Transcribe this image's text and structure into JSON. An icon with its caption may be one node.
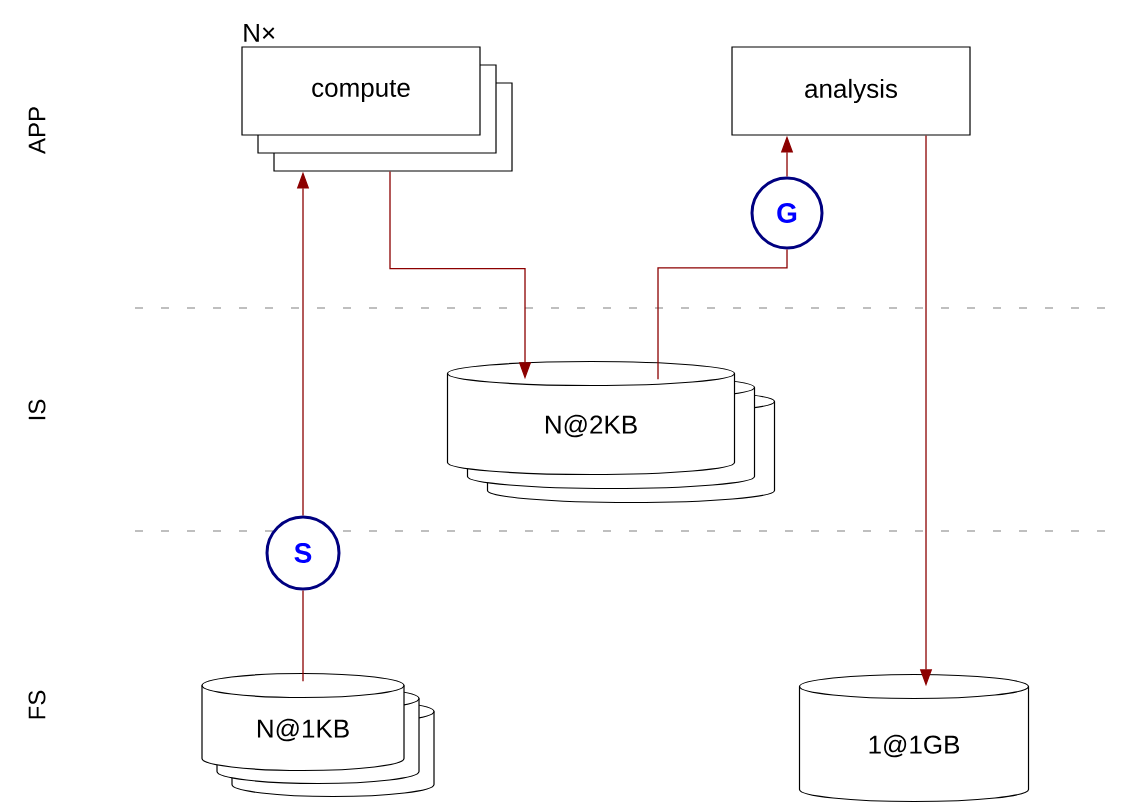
{
  "diagram": {
    "nodes": [
      {
        "text": [
          "compute"
        ],
        "beside": [
          "N×"
        ]
      },
      {
        "text": [
          "analysis"
        ]
      },
      {
        "text": [
          "N@2KB"
        ]
      },
      {
        "text": [
          "G"
        ]
      },
      {
        "text": [
          "S"
        ]
      },
      {
        "text": [
          "N@1KB"
        ]
      },
      {
        "text": [
          "1@1GB"
        ]
      }
    ],
    "edges": [
      {
        "from": 5,
        "to": 4,
        "arrow": "none"
      },
      {
        "from": 4,
        "to": 0,
        "arrow": "to"
      },
      {
        "from": 0,
        "to": 2,
        "arrow": "to"
      },
      {
        "from": 2,
        "to": 3,
        "arrow": "none"
      },
      {
        "from": 3,
        "to": 1,
        "arrow": "to"
      },
      {
        "from": 1,
        "to": 6,
        "arrow": "to"
      }
    ],
    "labels": [
      "APP",
      "IS",
      "FS"
    ]
  }
}
